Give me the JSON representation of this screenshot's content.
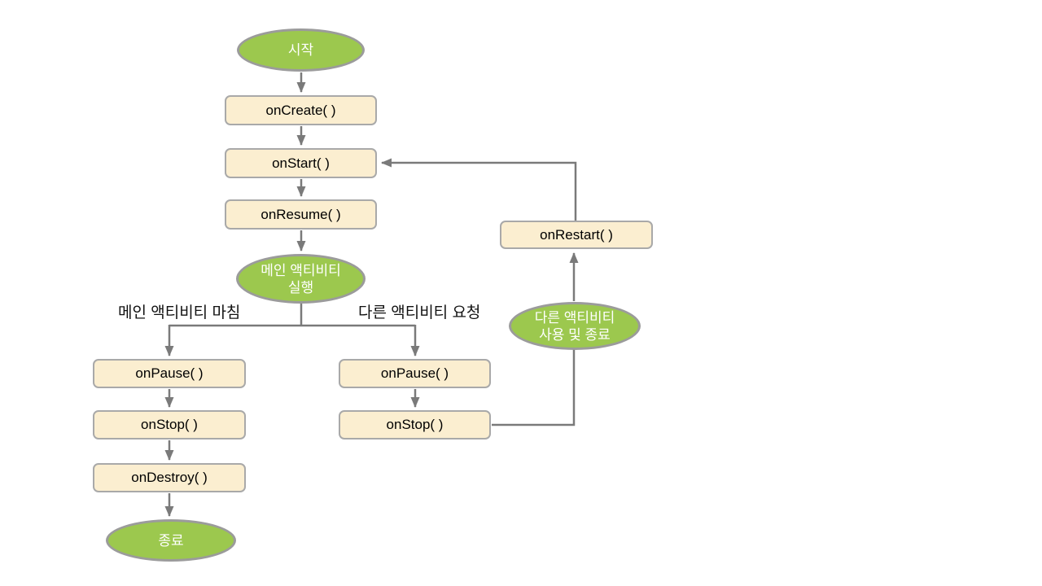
{
  "diagram": {
    "nodes": {
      "start": {
        "label": "시작"
      },
      "oncreate": {
        "label": "onCreate( )"
      },
      "onstart": {
        "label": "onStart( )"
      },
      "onresume": {
        "label": "onResume( )"
      },
      "main_running": {
        "line1": "메인 액티비티",
        "line2": "실행"
      },
      "onpause_left": {
        "label": "onPause( )"
      },
      "onstop_left": {
        "label": "onStop( )"
      },
      "ondestroy": {
        "label": "onDestroy( )"
      },
      "end": {
        "label": "종료"
      },
      "onpause_right": {
        "label": "onPause( )"
      },
      "onstop_right": {
        "label": "onStop( )"
      },
      "other_activity": {
        "line1": "다른 액티비티",
        "line2": "사용 및 종료"
      },
      "onrestart": {
        "label": "onRestart( )"
      }
    },
    "edge_labels": {
      "finish_main": "메인 액티비티 마침",
      "request_other": "다른 액티비티 요청"
    },
    "colors": {
      "background": "#ffffff",
      "ellipse_fill": "#9cc84e",
      "ellipse_border": "#9b9b9b",
      "box_fill": "#fbeed0",
      "box_border": "#a9a9a9",
      "connector": "#7a7a7a",
      "box_text": "#000000",
      "ellipse_text": "#ffffff",
      "label_text": "#111111"
    }
  }
}
